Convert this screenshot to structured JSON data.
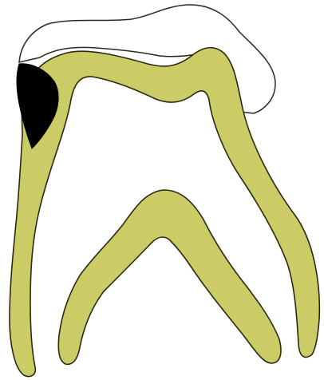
{
  "diagram": {
    "subject": "tooth-cross-section",
    "colors": {
      "background": "#ffffff",
      "enamel_fill": "#ffffff",
      "enamel_stroke": "#2a2a1a",
      "dentin_fill": "#cccc66",
      "dentin_stroke": "#2a2a10",
      "lesion_fill": "#000000"
    },
    "parts": [
      "enamel-cap",
      "dentin-shell",
      "pulp-chamber",
      "carious-lesion"
    ]
  }
}
